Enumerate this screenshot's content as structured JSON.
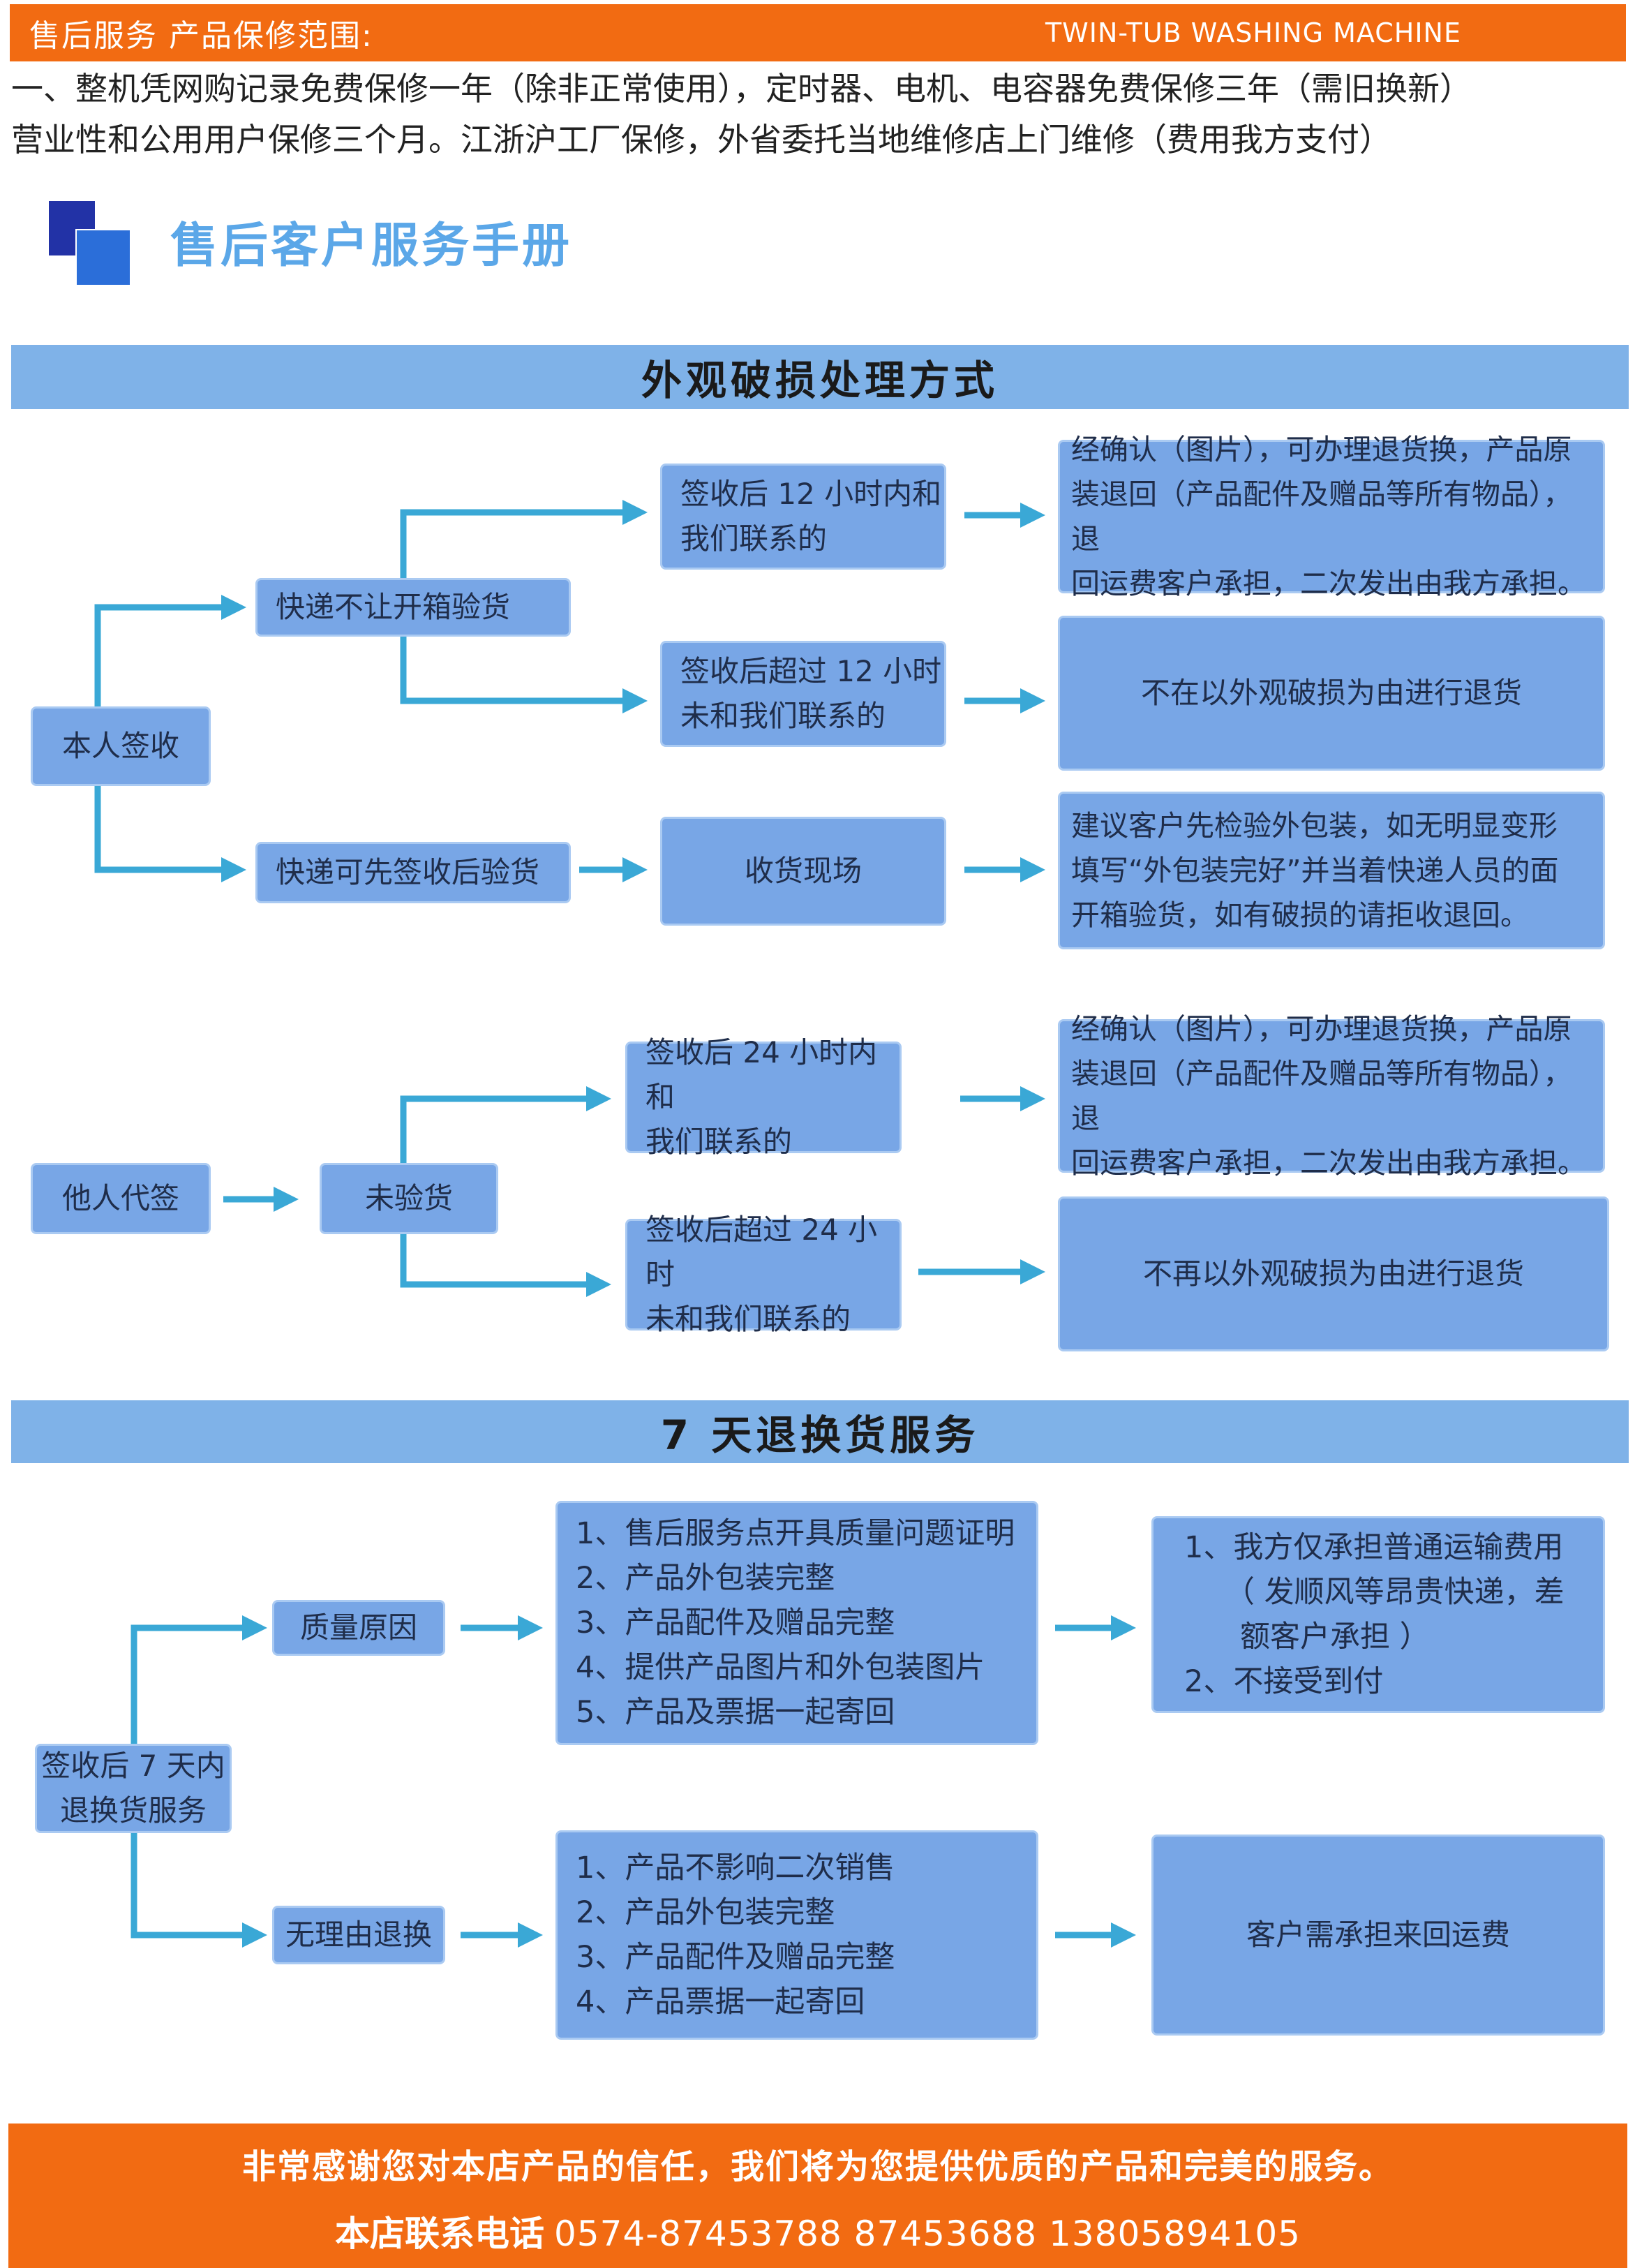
{
  "header": {
    "left": "售后服务  产品保修范围:",
    "right": "TWIN-TUB WASHING MACHINE"
  },
  "intro": {
    "line1": "一、整机凭网购记录免费保修一年（除非正常使用），定时器、电机、电容器免费保修三年（需旧换新）",
    "line2": "营业性和公用用户保修三个月。江浙沪工厂保修，外省委托当地维修店上门维修（费用我方支付）"
  },
  "manual_title": "售后客户服务手册",
  "section1": {
    "title": "外观破损处理方式",
    "self_sign": "本人签收",
    "no_open": "快递不让开箱验货",
    "within12": [
      "签收后 12 小时内和",
      "我们联系的"
    ],
    "after12": [
      "签收后超过 12 小时",
      "未和我们联系的"
    ],
    "result_a": [
      "经确认（图片），可办理退货换，产品原",
      "装退回（产品配件及赠品等所有物品），退",
      "回运费客户承担，二次发出由我方承担。"
    ],
    "result_b": "不在以外观破损为由进行退货",
    "can_open": "快递可先签收后验货",
    "scene": "收货现场",
    "result_c": [
      "建议客户先检验外包装，如无明显变形",
      "填写“外包装完好”并当着快递人员的面",
      "开箱验货，如有破损的请拒收退回。"
    ],
    "proxy_sign": "他人代签",
    "not_checked": "未验货",
    "within24": [
      "签收后 24 小时内和",
      "我们联系的"
    ],
    "after24": [
      "签收后超过 24 小时",
      "未和我们联系的"
    ],
    "result_d": [
      "经确认（图片），可办理退货换，产品原",
      "装退回（产品配件及赠品等所有物品），退",
      "回运费客户承担，二次发出由我方承担。"
    ],
    "result_e": "不再以外观破损为由进行退货"
  },
  "section2": {
    "title": "7 天退换货服务",
    "start": [
      "签收后 7 天内",
      "退换货服务"
    ],
    "quality": "质量原因",
    "quality_reqs": [
      "1、售后服务点开具质量问题证明",
      "2、产品外包装完整",
      "3、产品配件及赠品完整",
      "4、提供产品图片和外包装图片",
      "5、产品及票据一起寄回"
    ],
    "quality_result": [
      "1、我方仅承担普通运输费用",
      "（ 发顺风等昂贵快递，差",
      "额客户承担 ）",
      "2、不接受到付"
    ],
    "noreason": "无理由退换",
    "noreason_reqs": [
      "1、产品不影响二次销售",
      "2、产品外包装完整",
      "3、产品配件及赠品完整",
      "4、产品票据一起寄回"
    ],
    "noreason_result": "客户需承担来回运费"
  },
  "footer": {
    "thanks": "非常感谢您对本店产品的信任，我们将为您提供优质的产品和完美的服务。",
    "phone_label": "本店联系电话",
    "phones": "0574-87453788 87453688 13805894105"
  },
  "colors": {
    "orange": "#f26b12",
    "box": "#78a6e6",
    "header_band": "#7fb2e8",
    "arrow": "#3aa8d6"
  }
}
